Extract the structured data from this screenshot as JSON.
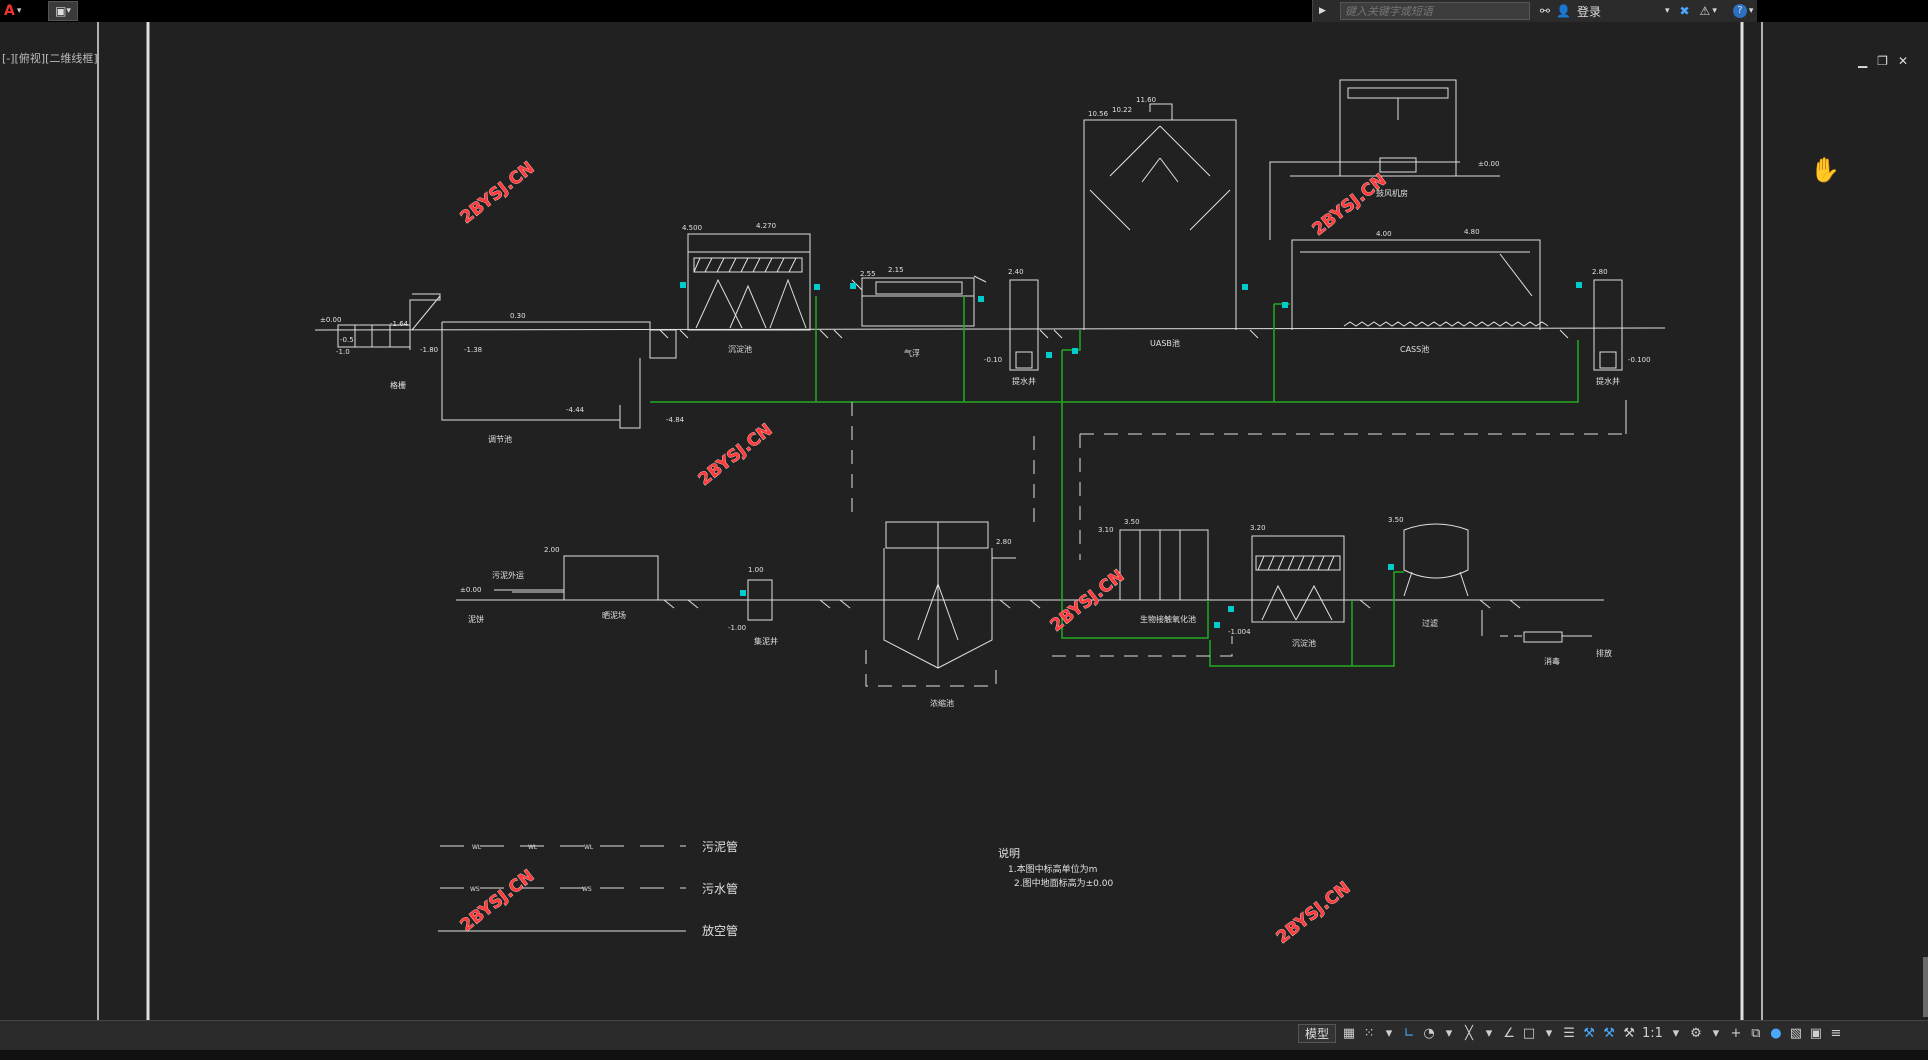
{
  "app": {
    "logo_glyph": "A",
    "qa_glyph": "▣"
  },
  "search": {
    "placeholder": "键入关键字或短语"
  },
  "infocenter": {
    "login_label": "登录",
    "help_glyph": "?"
  },
  "viewport": {
    "label": "[-][俯视][二维线框]"
  },
  "watermark": "2BYSJ.CN",
  "labels": {
    "grid": "格栅",
    "regulating_tank": "调节池",
    "sed_tank_1": "沉淀池",
    "air_float": "气浮",
    "lift_well_1": "提水井",
    "uasb": "UASB池",
    "blower_room": "鼓风机房",
    "cass": "CASS池",
    "lift_well_2": "提水井",
    "sludge_out": "污泥外运",
    "mud_cake": "泥饼",
    "sludge_yard": "晒泥场",
    "sludge_well": "集泥井",
    "concentration_tank": "浓缩池",
    "bio_contact": "生物接触氧化池",
    "sed_tank_2": "沉淀池",
    "filter": "过滤",
    "disinfect": "消毒",
    "discharge": "排放"
  },
  "elevations": {
    "e1": "±0.00",
    "e2": "-0.5",
    "e3": "-1.0",
    "e4": "-1.64",
    "e5": "-1.80",
    "e6": "-1.38",
    "e7": "0.30",
    "e8": "-4.44",
    "e9": "-4.84",
    "e10": "4.500",
    "e11": "4.270",
    "e12": "2.55",
    "e13": "2.15",
    "e14": "2.40",
    "e15": "-0.10",
    "e16": "11.60",
    "e17": "10.56",
    "e18": "10.22",
    "e19": "4.00",
    "e20": "4.80",
    "e21": "±0.00",
    "e22": "2.80",
    "e23": "-0.100",
    "e24": "2.00",
    "e25": "±0.00",
    "e26": "1.00",
    "e27": "-1.00",
    "e28": "2.80",
    "e29": "3.10",
    "e30": "3.50",
    "e31": "3.20",
    "e32": "3.50",
    "e33": "-1.004"
  },
  "legend": {
    "sludge_pipe": "污泥管",
    "sewage_pipe": "污水管",
    "drain_pipe": "放空管",
    "sludge_code": "WL",
    "sewage_code": "WS"
  },
  "notes": {
    "title": "说明",
    "item1": "1.本图中标高单位为m",
    "item2": "2.图中地面标高为±0.00"
  },
  "status": {
    "model_tab": "模型",
    "scale": "1:1"
  },
  "colors": {
    "background": "#212121",
    "line": "#e0e0e0",
    "pipe_green": "#22aa22",
    "valve_cyan": "#00cccc",
    "watermark": "#ff3b3b"
  }
}
